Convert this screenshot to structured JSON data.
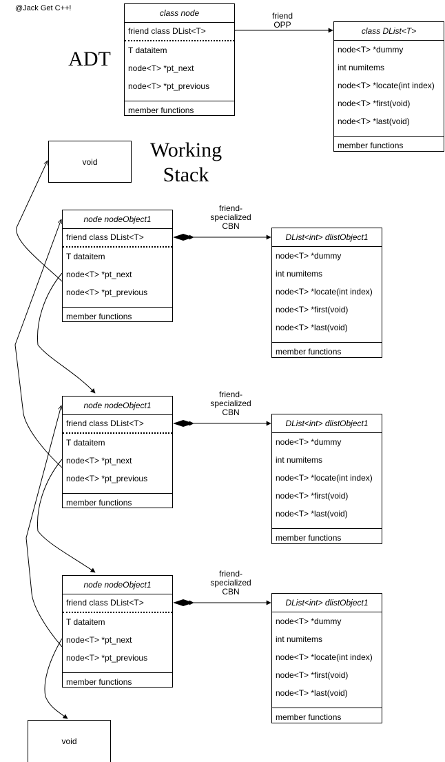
{
  "watermark": "@Jack Get C++!",
  "heading_adt": "ADT",
  "heading_working_stack": "Working Stack",
  "void_label": "void",
  "adt": {
    "node_class": {
      "title": "class node",
      "friend_row": "friend class DList<T>",
      "fields": [
        "T dataitem",
        "node<T> *pt_next",
        "node<T> *pt_previous"
      ],
      "functions": "member functions"
    },
    "dlist_class": {
      "title": "class DList<T>",
      "fields": [
        "node<T> *dummy",
        "int numitems",
        "node<T> *locate(int index)",
        "node<T> *first(void)",
        "node<T> *last(void)"
      ],
      "functions": "member functions"
    },
    "relation_label": [
      "friend",
      "OPP"
    ]
  },
  "stack": {
    "node_object": {
      "title": "node nodeObject1",
      "friend_row": "friend class DList<T>",
      "fields": [
        "T dataitem",
        "node<T> *pt_next",
        "node<T> *pt_previous"
      ],
      "functions": "member functions"
    },
    "dlist_object": {
      "title": "DList<int> dlistObject1",
      "fields": [
        "node<T> *dummy",
        "int numitems",
        "node<T> *locate(int index)",
        "node<T> *first(void)",
        "node<T> *last(void)"
      ],
      "functions": "member functions"
    },
    "relation_label": [
      "friend-",
      "specialized",
      "CBN"
    ],
    "levels": 3
  }
}
